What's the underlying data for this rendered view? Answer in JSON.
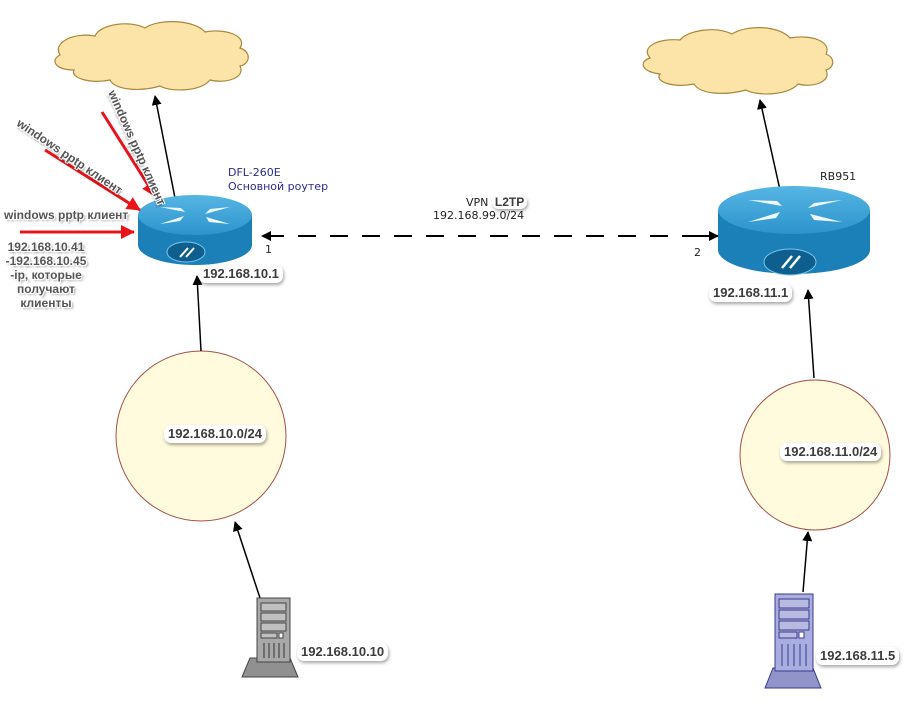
{
  "left_site": {
    "router_model": "DFL-260E",
    "router_role": "Основной роутер",
    "router_ip": "192.168.10.1",
    "port_label": "1",
    "lan_subnet": "192.168.10.0/24",
    "server_ip": "192.168.10.10",
    "clients": [
      "windows pptp клиент",
      "windows pptp клиент",
      "windows pptp клиент"
    ],
    "client_pool_note": [
      "192.168.10.41",
      "-192.168.10.45",
      "-ip, которые",
      "получают",
      "клиенты"
    ]
  },
  "right_site": {
    "router_model": "RB951",
    "router_ip": "192.168.11.1",
    "port_label": "2",
    "lan_subnet": "192.168.11.0/24",
    "server_ip": "192.168.11.5"
  },
  "vpn": {
    "prefix": "VPN",
    "protocol": "L2TP",
    "subnet": "192.168.99.0/24"
  },
  "colors": {
    "cloud_fill": "#fce4a8",
    "cloud_stroke": "#a8873a",
    "lan_fill": "#fffbdc",
    "lan_stroke": "#a0524a",
    "router_top": "#3fa3d6",
    "router_side": "#1b7fb8",
    "client_arrow": "#e8141a",
    "server_left": "#a8a8a8",
    "server_right": "#a9aee0"
  }
}
